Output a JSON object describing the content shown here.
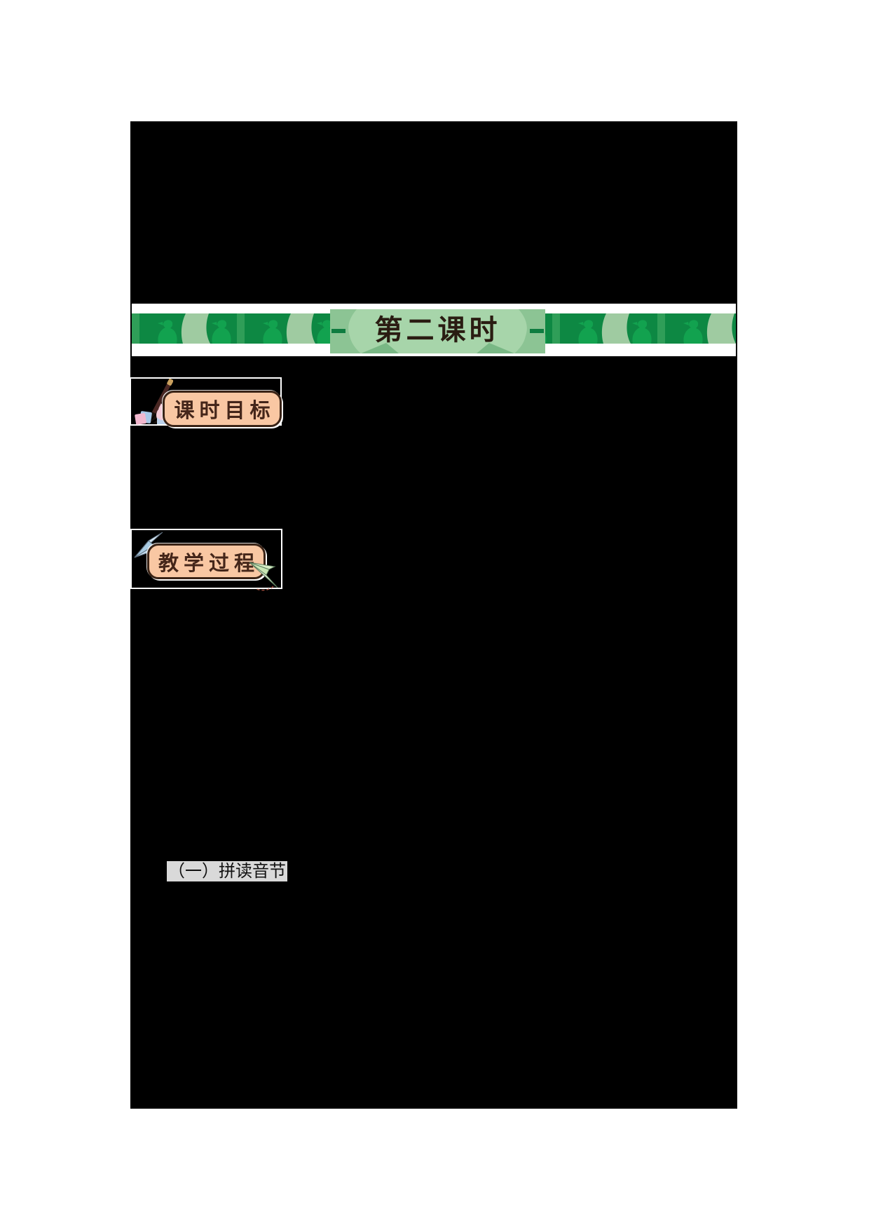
{
  "document": {
    "section_banner": {
      "title": "第二课时"
    },
    "badges": {
      "objectives": {
        "label": "课时目标"
      },
      "process": {
        "label": "教学过程"
      }
    },
    "headings": {
      "pinyin_reading": "（一）拼读音节"
    }
  },
  "icons": {
    "strip": "bird-pattern-strip",
    "objectives_left": "calligraphy-brush-icon",
    "objectives_notes": "paper-notes-icon",
    "objectives_cat": "cat-icon",
    "process_top": "paper-airplane-blue-icon",
    "process_bottom": "paper-airplane-green-icon"
  },
  "colors": {
    "page_white": "#ffffff",
    "content_black": "#000000",
    "strip_dark_green": "#0d8843",
    "strip_mid_green": "#2f9e58",
    "strip_sage_green": "#9fcba1",
    "bird_green": "#12a24f",
    "ribbon_light_green": "#a7d5aa",
    "ribbon_fold_green": "#8cc494",
    "ribbon_dash_green": "#0e7c40",
    "banner_text": "#2a1c12",
    "badge_pill_peach": "#f9c7a3",
    "badge_border_brown": "#3a2316",
    "badge_text_brown": "#45261a",
    "highlight_gray": "#d9d9d9"
  }
}
